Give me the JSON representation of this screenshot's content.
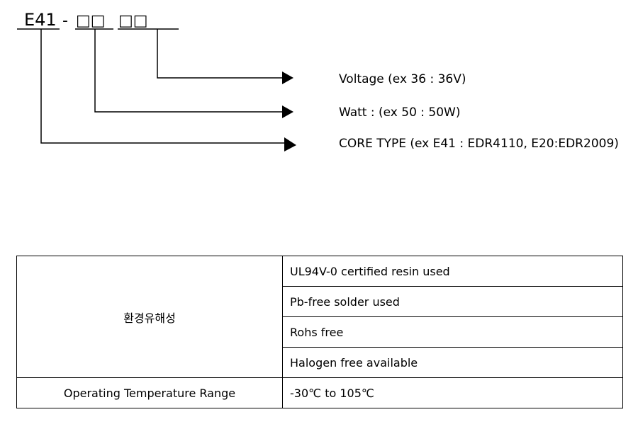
{
  "part_code": {
    "prefix": "E41",
    "separator": "-",
    "field_1": "□□",
    "field_2": "□□"
  },
  "legend": {
    "voltage": "Voltage (ex 36 : 36V)",
    "watt": "Watt : (ex 50 : 50W)",
    "core_type": "CORE TYPE (ex E41 : EDR4110, E20:EDR2009)"
  },
  "spec_table": {
    "group_label": "환경유해성",
    "group_items": [
      "UL94V-0 certified resin used",
      "Pb-free solder used",
      "Rohs free",
      "Halogen free available"
    ],
    "temp_label": "Operating Temperature Range",
    "temp_value": "-30℃ to 105℃"
  }
}
